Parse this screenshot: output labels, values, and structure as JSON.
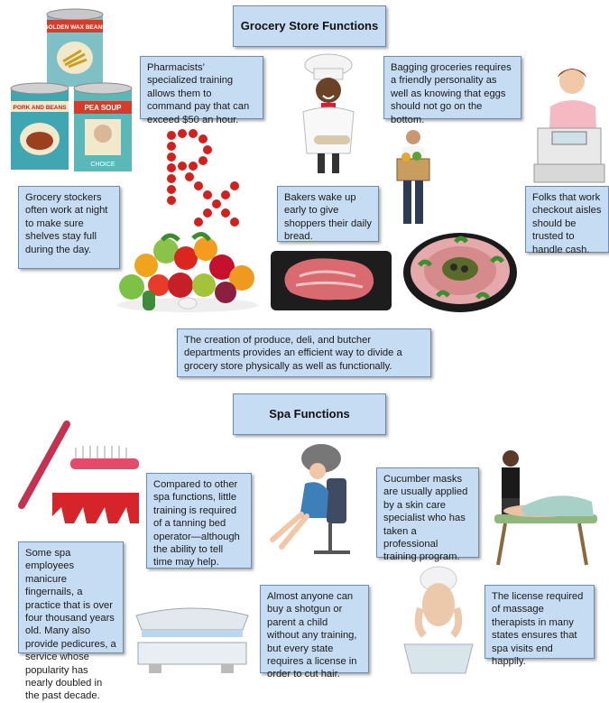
{
  "sections": {
    "grocery_title": "Grocery Store Functions",
    "spa_title": "Spa Functions"
  },
  "grocery": {
    "pharmacists": "Pharmacists’ specialized training allows them to command pay that can exceed $50 an hour.",
    "bagging": "Bagging groceries requires a friendly personality as well as knowing that eggs should not go on the bottom.",
    "stockers": "Grocery stockers often work at night to make sure shelves stay full during the day.",
    "bakers": "Bakers wake up early to give shoppers their daily bread.",
    "checkout": "Folks that work checkout aisles should be trusted to handle cash.",
    "departments": "The creation of produce, deli, and butcher departments provides an efficient way to divide a grocery store physically as well as functionally."
  },
  "can_labels": {
    "wax_beans": "GOLDEN WAX BEANS",
    "pork_beans": "PORK AND BEANS",
    "pea_soup": "PEA SOUP",
    "choice": "CHOICE",
    "rx": "Rx"
  },
  "spa": {
    "tanning": "Compared to other spa functions, little training is required of a tanning bed operator—although the ability to tell time may help.",
    "cucumber": "Cucumber masks are usually applied by a skin care specialist who has taken a professional training program.",
    "manicure": "Some spa employees manicure fingernails, a practice that is over four thousand years old. Many also provide pedicures, a service whose popularity has nearly doubled in the past decade.",
    "haircut": "Almost anyone can buy a shotgun or parent a child without any training, but every state requires a license in order to cut hair.",
    "massage": "The license required of massage therapists in many states ensures that spa visits end happily."
  },
  "colors": {
    "box_fill": "#c6dcf2",
    "box_border": "#6b8cb0",
    "rx_red": "#d3201c"
  },
  "icons": [
    "canned-goods-icon",
    "rx-symbol-icon",
    "baker-icon",
    "bagger-icon",
    "cashier-icon",
    "produce-icon",
    "steak-icon",
    "deli-platter-icon",
    "nail-tools-icon",
    "salon-dryer-icon",
    "cucumber-mask-icon",
    "massage-icon",
    "tanning-bed-icon"
  ]
}
